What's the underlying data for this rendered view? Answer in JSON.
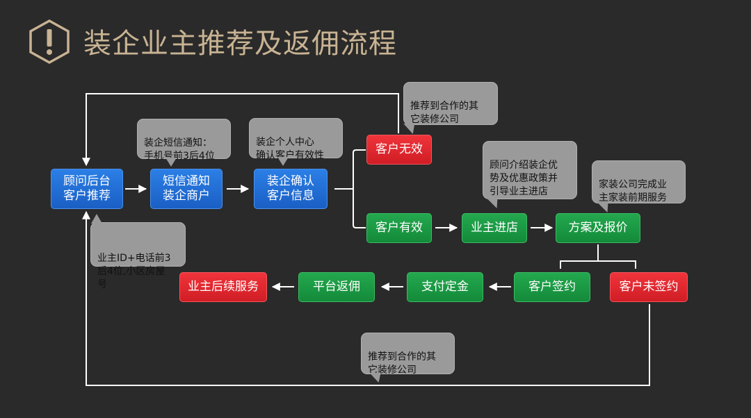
{
  "header": {
    "title": "装企业主推荐及返佣流程",
    "icon": "exclamation-hexagon-icon",
    "title_color": "#c8b393"
  },
  "colors": {
    "background": "#2a2a2a",
    "blue_node": "#1f6fd8",
    "red_node": "#e0262d",
    "green_node": "#1a9a45",
    "note_bg": "#9a9a9a",
    "connector": "#ffffff"
  },
  "nodes": {
    "advisor_backend": "顾问后台\n客户推荐",
    "sms_notice": "短信通知\n装企商户",
    "firm_confirm": "装企确认\n客户信息",
    "customer_invalid": "客户无效",
    "customer_valid": "客户有效",
    "owner_visit": "业主进店",
    "plan_quote": "方案及报价",
    "signed": "客户签约",
    "not_signed": "客户未签约",
    "deposit": "支付定金",
    "commission": "平台返佣",
    "after_service": "业主后续服务"
  },
  "notes": {
    "recommend_top": "推荐到合作的其\n它装修公司",
    "sms_content": "装企短信通知：\n手机号前3后4位",
    "personal_center": "装企个人中心\n确认客户有效性",
    "advisor_intro": "顾问介绍装企优\n势及优惠政策并\n引导业主进店",
    "early_service": "家装公司完成业\n主家装前期服务",
    "owner_info": "业主ID+电话前3\n后4位,小区房屋\n号",
    "recommend_bottom": "推荐到合作的其\n它装修公司"
  }
}
